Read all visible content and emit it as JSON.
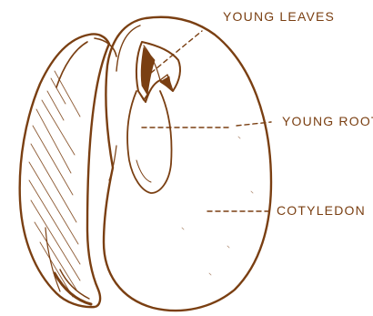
{
  "colors": {
    "ink": "#7a3f12",
    "background": "#ffffff"
  },
  "labels": {
    "young_leaves": "YOUNG LEAVES",
    "young_root": "YOUNG ROOT",
    "cotyledon": "COTYLEDON"
  }
}
